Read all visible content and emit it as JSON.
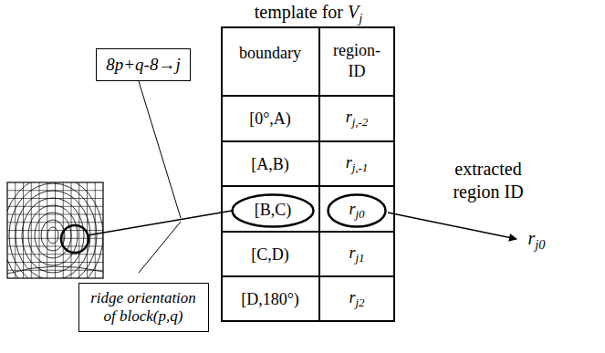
{
  "diagram": {
    "title": "template for Vj",
    "nodes": [
      {
        "text": [
          "8p+q-8→j"
        ]
      },
      {
        "text": [
          "[B,C)"
        ]
      },
      {
        "text": [
          "rj0"
        ]
      },
      {
        "text": [
          "ridge orientation of block(p,q)"
        ]
      }
    ],
    "labels": [
      "boundary",
      "region- ID",
      "[0°,A)",
      "rj,-2",
      "[A,B)",
      "rj,-1",
      "[C,D)",
      "rj1",
      "[D,180°)",
      "rj2",
      "extracted region ID",
      "rj0"
    ]
  }
}
